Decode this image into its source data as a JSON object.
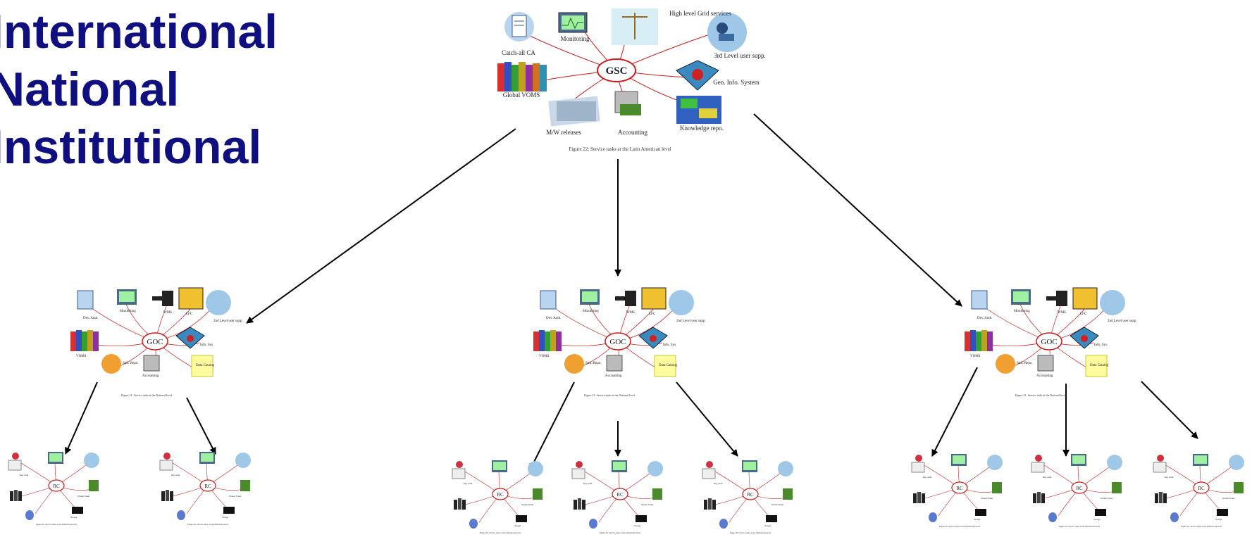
{
  "levels": [
    "International",
    "National",
    "Institutional"
  ],
  "top": {
    "hub": "GSC",
    "labels": {
      "ca": "Catch-all CA",
      "monitoring": "Monitoring",
      "grid": "High level Grid services",
      "support": "3rd Level user supp.",
      "voms": "Global VOMS",
      "geninfo": "Gen. Info. System",
      "mw": "M/W releases",
      "accounting": "Accounting",
      "knowledge": "Knowledge repo."
    },
    "caption": "Figure 22: Service tasks at the Latin American level"
  },
  "national": {
    "hub": "GOC",
    "labels": {
      "ca": "Dev. Auth.",
      "monitoring": "Monitoring",
      "wms": "WMS",
      "lfc": "LFC",
      "support": "2nd Level user supp.",
      "voms": "VOMS",
      "info": "Info. Sys.",
      "repo": "Soft. Repo.",
      "accounting": "Accounting",
      "catalog": "Data Catalog"
    },
    "caption": "Figure 21: Service tasks at the National level"
  },
  "institutional": {
    "hub": "RC",
    "labels": {
      "ca": "Reg. Auth.",
      "wn": "Worker Nodes",
      "storage": "Storage"
    },
    "caption": "Figure 20: Service tasks at the Institutional level"
  },
  "colors": {
    "level_text": "#0f0f80",
    "hub_ring": "#cc1a1a",
    "arrow": "#000000"
  }
}
